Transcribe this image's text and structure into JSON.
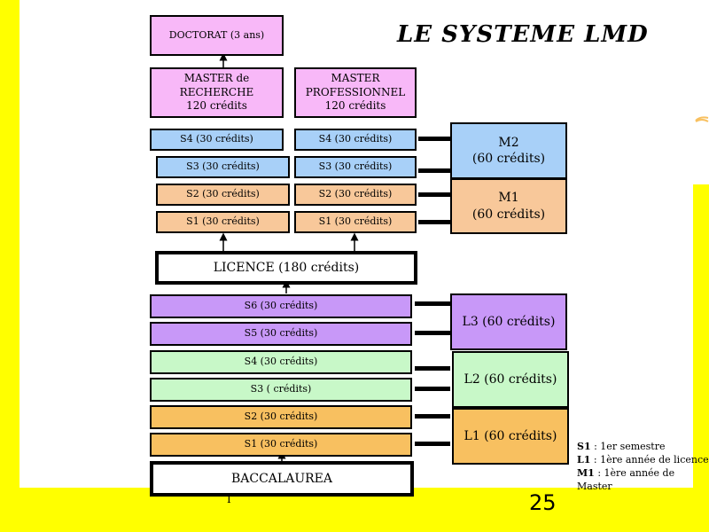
{
  "title": "LE SYSTEME LMD",
  "doctorat": "DOCTORAT (3 ans)",
  "master_recherche": [
    "MASTER de",
    "RECHERCHE",
    "120 crédits"
  ],
  "master_pro": [
    "MASTER",
    "PROFESSIONNEL",
    "120 crédits"
  ],
  "master_left": {
    "s4": "S4 (30 crédits)",
    "s3": "S3 (30 crédits)",
    "s2": "S2 (30 crédits)",
    "s1": "S1 (30 crédits)"
  },
  "master_right": {
    "s4": "S4 (30 crédits)",
    "s3": "S3 (30 crédits)",
    "s2": "S2 (30 crédits)",
    "s1": "S1 (30 crédits)"
  },
  "m2": [
    "M2",
    "(60 crédits)"
  ],
  "m1": [
    "M1",
    "(60 crédits)"
  ],
  "licence": "LICENCE (180 crédits)",
  "licence_semesters": {
    "s6": "S6 (30 crédits)",
    "s5": "S5 (30 crédits)",
    "s4": "S4 (30 crédits)",
    "s3": "S3 ( crédits)",
    "s2": "S2 (30 crédits)",
    "s1": "S1 (30 crédits)"
  },
  "l3": "L3 (60 crédits)",
  "l2": "L2 (60 crédits)",
  "l1": "L1 (60 crédits)",
  "baccalaureat": "BACCALAUREA",
  "bac_cursor": "I",
  "legend": [
    {
      "key": "S1",
      "text": " : 1er semestre"
    },
    {
      "key": "L1",
      "text": " : 1ère année de licence"
    },
    {
      "key": "M1",
      "text": " : 1ère année de Master"
    }
  ],
  "page_number": "25",
  "colors": {
    "background": "#ffff00",
    "master": "#f8b8f8",
    "semester_blue": "#a8d0f8",
    "semester_peach": "#f8c89a",
    "semester_purple": "#c898f8",
    "semester_green": "#c8f8c8",
    "semester_orange": "#f8c060"
  }
}
